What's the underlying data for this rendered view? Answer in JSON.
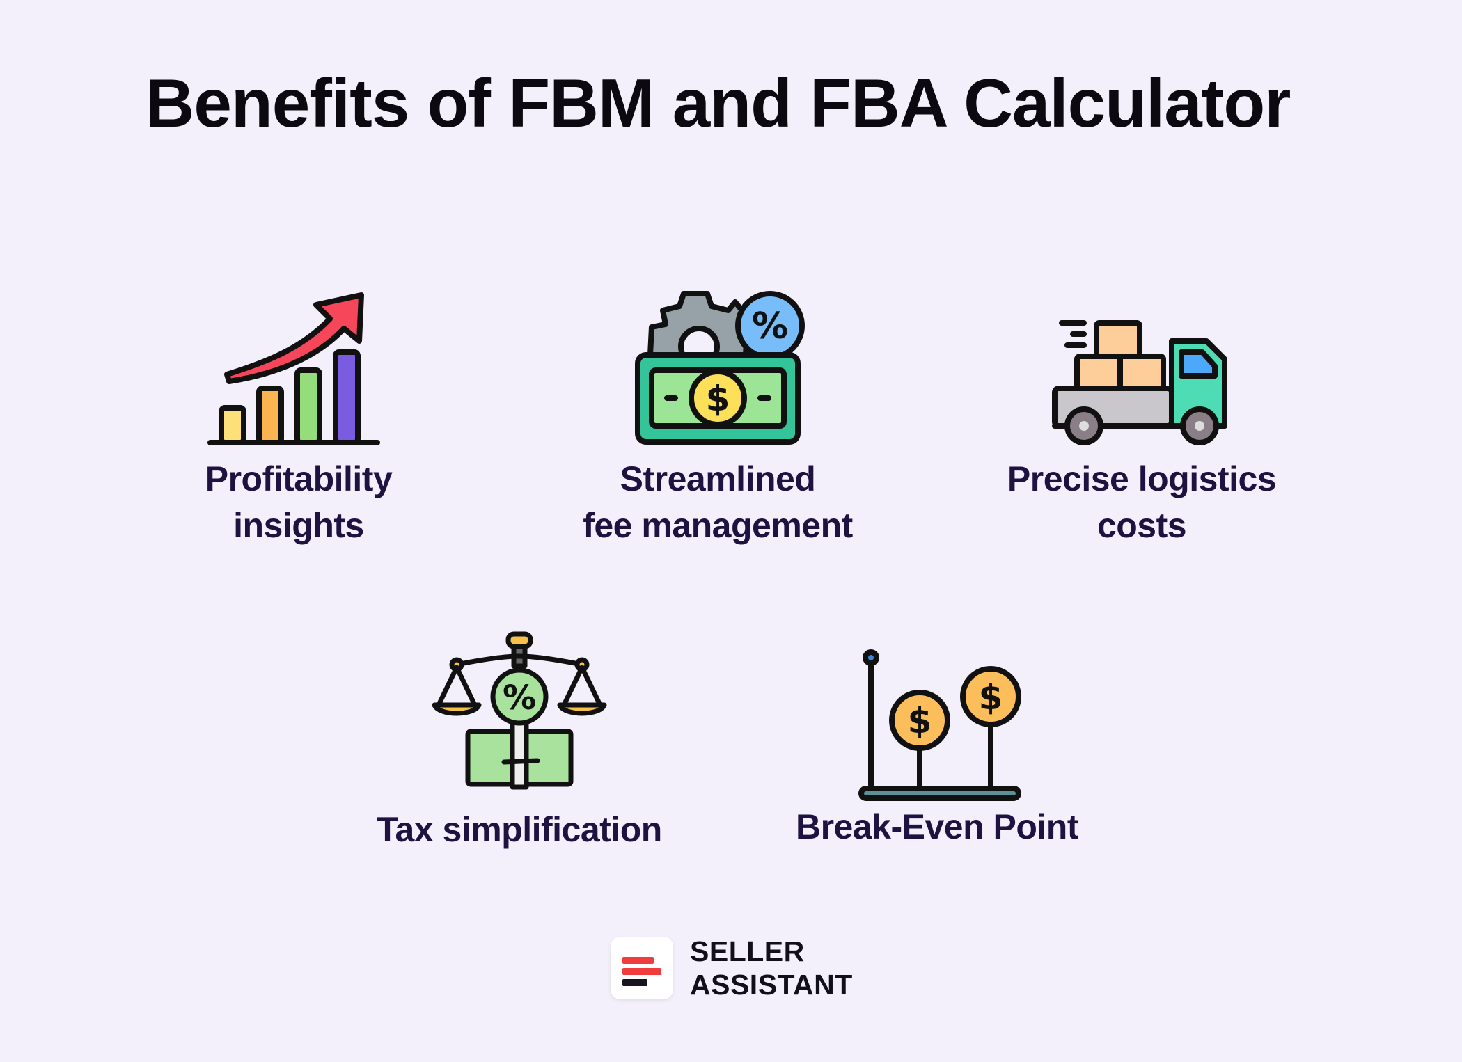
{
  "title": "Benefits of FBM and FBA Calculator",
  "benefits": [
    {
      "icon": "growth-chart-icon",
      "lines": [
        "Profitability",
        "insights"
      ]
    },
    {
      "icon": "fee-money-gear-icon",
      "lines": [
        "Streamlined",
        "fee management"
      ]
    },
    {
      "icon": "delivery-truck-icon",
      "lines": [
        "Precise logistics",
        "costs"
      ]
    },
    {
      "icon": "tax-scale-icon",
      "lines": [
        "Tax simplification"
      ]
    },
    {
      "icon": "break-even-icon",
      "lines": [
        "Break-Even Point"
      ]
    }
  ],
  "brand": {
    "line1": "SELLER",
    "line2": "ASSISTANT",
    "bar_colors": [
      "#f03c3c",
      "#f03c3c",
      "#17131f"
    ]
  },
  "colors": {
    "background": "#f3f0fb",
    "title": "#0c0a10",
    "label": "#1e1240"
  }
}
